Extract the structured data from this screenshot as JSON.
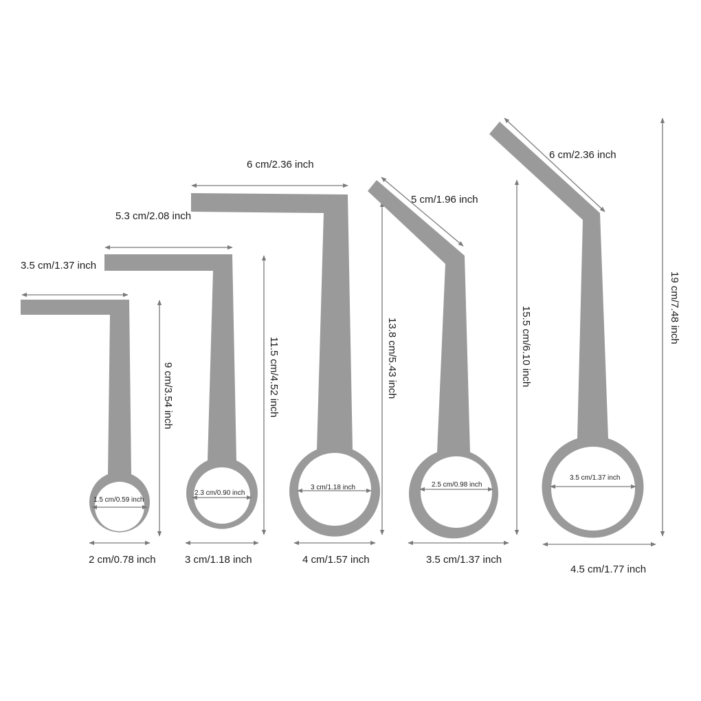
{
  "tools": [
    {
      "arm_length": "3.5 cm/1.37 inch",
      "shaft_height": "9 cm/3.54 inch",
      "inner_diameter": "1.5 cm/0.59 inch",
      "ring_diameter": "2 cm/0.78 inch"
    },
    {
      "arm_length": "5.3 cm/2.08 inch",
      "shaft_height": "11.5 cm/4.52 inch",
      "inner_diameter": "2.3 cm/0.90 inch",
      "ring_diameter": "3 cm/1.18 inch"
    },
    {
      "arm_length": "6 cm/2.36 inch",
      "shaft_height": "13.8 cm/5.43 inch",
      "inner_diameter": "3 cm/1.18 inch",
      "ring_diameter": "4 cm/1.57 inch"
    },
    {
      "arm_length": "5 cm/1.96 inch",
      "shaft_height": "15.5 cm/6.10 inch",
      "inner_diameter": "2.5 cm/0.98 inch",
      "ring_diameter": "3.5 cm/1.37 inch"
    },
    {
      "arm_length": "6 cm/2.36 inch",
      "shaft_height": "19 cm/7.48 inch",
      "inner_diameter": "3.5 cm/1.37 inch",
      "ring_diameter": "4.5 cm/1.77 inch"
    }
  ],
  "colors": {
    "tool_fill": "#9a9a9a",
    "dimension_line": "#7a7a7a",
    "background": "#ffffff"
  }
}
